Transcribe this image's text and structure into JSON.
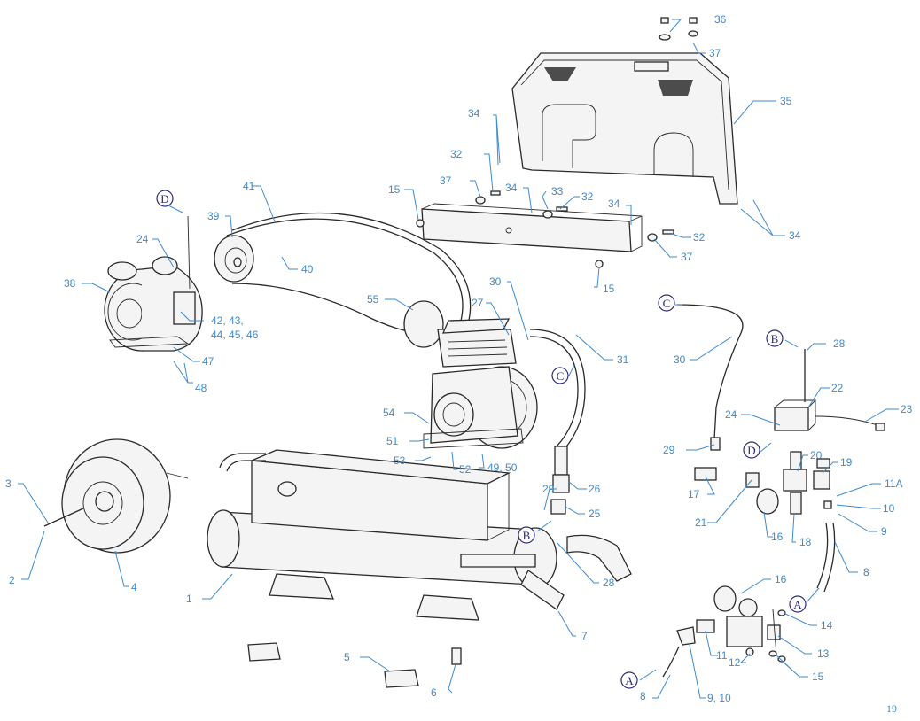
{
  "callouts": [
    {
      "id": "c1",
      "text": "1"
    },
    {
      "id": "c2",
      "text": "2"
    },
    {
      "id": "c3",
      "text": "3"
    },
    {
      "id": "c4",
      "text": "4"
    },
    {
      "id": "c5",
      "text": "5"
    },
    {
      "id": "c6",
      "text": "6"
    },
    {
      "id": "c7",
      "text": "7"
    },
    {
      "id": "c8a",
      "text": "8"
    },
    {
      "id": "c8b",
      "text": "8"
    },
    {
      "id": "c9",
      "text": "9"
    },
    {
      "id": "c910",
      "text": "9, 10"
    },
    {
      "id": "c10",
      "text": "10"
    },
    {
      "id": "c11",
      "text": "11"
    },
    {
      "id": "c11a",
      "text": "11A"
    },
    {
      "id": "c12",
      "text": "12"
    },
    {
      "id": "c13",
      "text": "13"
    },
    {
      "id": "c14",
      "text": "14"
    },
    {
      "id": "c15a",
      "text": "15"
    },
    {
      "id": "c15b",
      "text": "15"
    },
    {
      "id": "c15c",
      "text": "15"
    },
    {
      "id": "c16a",
      "text": "16"
    },
    {
      "id": "c16b",
      "text": "16"
    },
    {
      "id": "c17",
      "text": "17"
    },
    {
      "id": "c18",
      "text": "18"
    },
    {
      "id": "c19",
      "text": "19"
    },
    {
      "id": "c20",
      "text": "20"
    },
    {
      "id": "c21",
      "text": "21"
    },
    {
      "id": "c22",
      "text": "22"
    },
    {
      "id": "c23",
      "text": "23"
    },
    {
      "id": "c24a",
      "text": "24"
    },
    {
      "id": "c24b",
      "text": "24"
    },
    {
      "id": "c25",
      "text": "25"
    },
    {
      "id": "c26",
      "text": "26"
    },
    {
      "id": "c27",
      "text": "27"
    },
    {
      "id": "c28a",
      "text": "28"
    },
    {
      "id": "c28b",
      "text": "28"
    },
    {
      "id": "c29a",
      "text": "29"
    },
    {
      "id": "c29b",
      "text": "29"
    },
    {
      "id": "c30a",
      "text": "30"
    },
    {
      "id": "c30b",
      "text": "30"
    },
    {
      "id": "c31",
      "text": "31"
    },
    {
      "id": "c32a",
      "text": "32"
    },
    {
      "id": "c32b",
      "text": "32"
    },
    {
      "id": "c32c",
      "text": "32"
    },
    {
      "id": "c33",
      "text": "33"
    },
    {
      "id": "c34a",
      "text": "34"
    },
    {
      "id": "c34b",
      "text": "34"
    },
    {
      "id": "c34c",
      "text": "34"
    },
    {
      "id": "c34d",
      "text": "34"
    },
    {
      "id": "c35",
      "text": "35"
    },
    {
      "id": "c36",
      "text": "36"
    },
    {
      "id": "c37a",
      "text": "37"
    },
    {
      "id": "c37b",
      "text": "37"
    },
    {
      "id": "c37c",
      "text": "37"
    },
    {
      "id": "c38",
      "text": "38"
    },
    {
      "id": "c39",
      "text": "39"
    },
    {
      "id": "c40",
      "text": "40"
    },
    {
      "id": "c41",
      "text": "41"
    },
    {
      "id": "c4246a",
      "text": "42, 43,"
    },
    {
      "id": "c4246b",
      "text": "44, 45, 46"
    },
    {
      "id": "c47",
      "text": "47"
    },
    {
      "id": "c48",
      "text": "48"
    },
    {
      "id": "c4950",
      "text": "49, 50"
    },
    {
      "id": "c51",
      "text": "51"
    },
    {
      "id": "c52",
      "text": "52"
    },
    {
      "id": "c53",
      "text": "53"
    },
    {
      "id": "c54",
      "text": "54"
    },
    {
      "id": "c55",
      "text": "55"
    }
  ],
  "references": [
    {
      "id": "rA1",
      "text": "A"
    },
    {
      "id": "rA2",
      "text": "A"
    },
    {
      "id": "rB1",
      "text": "B"
    },
    {
      "id": "rB2",
      "text": "B"
    },
    {
      "id": "rC1",
      "text": "C"
    },
    {
      "id": "rC2",
      "text": "C"
    },
    {
      "id": "rD1",
      "text": "D"
    },
    {
      "id": "rD2",
      "text": "D"
    }
  ],
  "page_number": "19",
  "colors": {
    "callout": "#3d8bd0",
    "reference": "#2b2b7a",
    "line": "#2a2a2a"
  }
}
